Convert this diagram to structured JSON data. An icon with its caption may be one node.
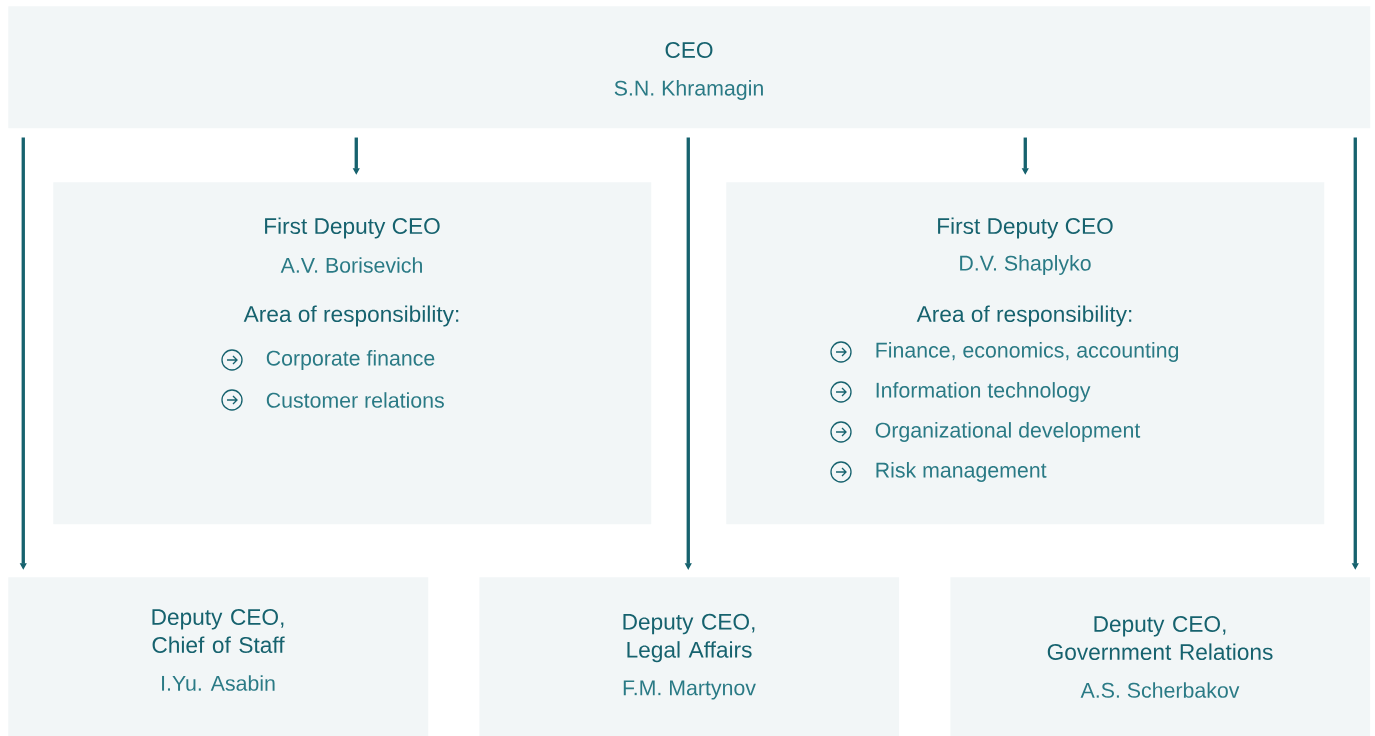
{
  "diagram": {
    "nodes": [
      {
        "text": [
          "CEO",
          "S.N. Khramagin"
        ]
      },
      {
        "text": [
          "First Deputy CEO",
          "A.V. Borisevich",
          "Area of responsibility:",
          "Corporate finance",
          "Customer relations"
        ]
      },
      {
        "text": [
          "First Deputy CEO",
          "D.V. Shaplyko",
          "Area of responsibility:",
          "Finance, economics, accounting",
          "Information technology",
          "Organizational development",
          "Risk management"
        ]
      },
      {
        "text": [
          "Deputy CEO, Chief of Staff",
          "I.Yu. Asabin"
        ]
      },
      {
        "text": [
          "Deputy CEO, Legal Affairs",
          "F.M. Martynov"
        ]
      },
      {
        "text": [
          "Deputy CEO, Government Relations",
          "A.S. Scherbakov"
        ]
      }
    ],
    "edges": [
      {
        "from": 0,
        "to": 3,
        "arrow": "to"
      },
      {
        "from": 0,
        "to": 1,
        "arrow": "to"
      },
      {
        "from": 0,
        "to": 4,
        "arrow": "to"
      },
      {
        "from": 0,
        "to": 2,
        "arrow": "to"
      },
      {
        "from": 0,
        "to": 5,
        "arrow": "to"
      }
    ]
  }
}
